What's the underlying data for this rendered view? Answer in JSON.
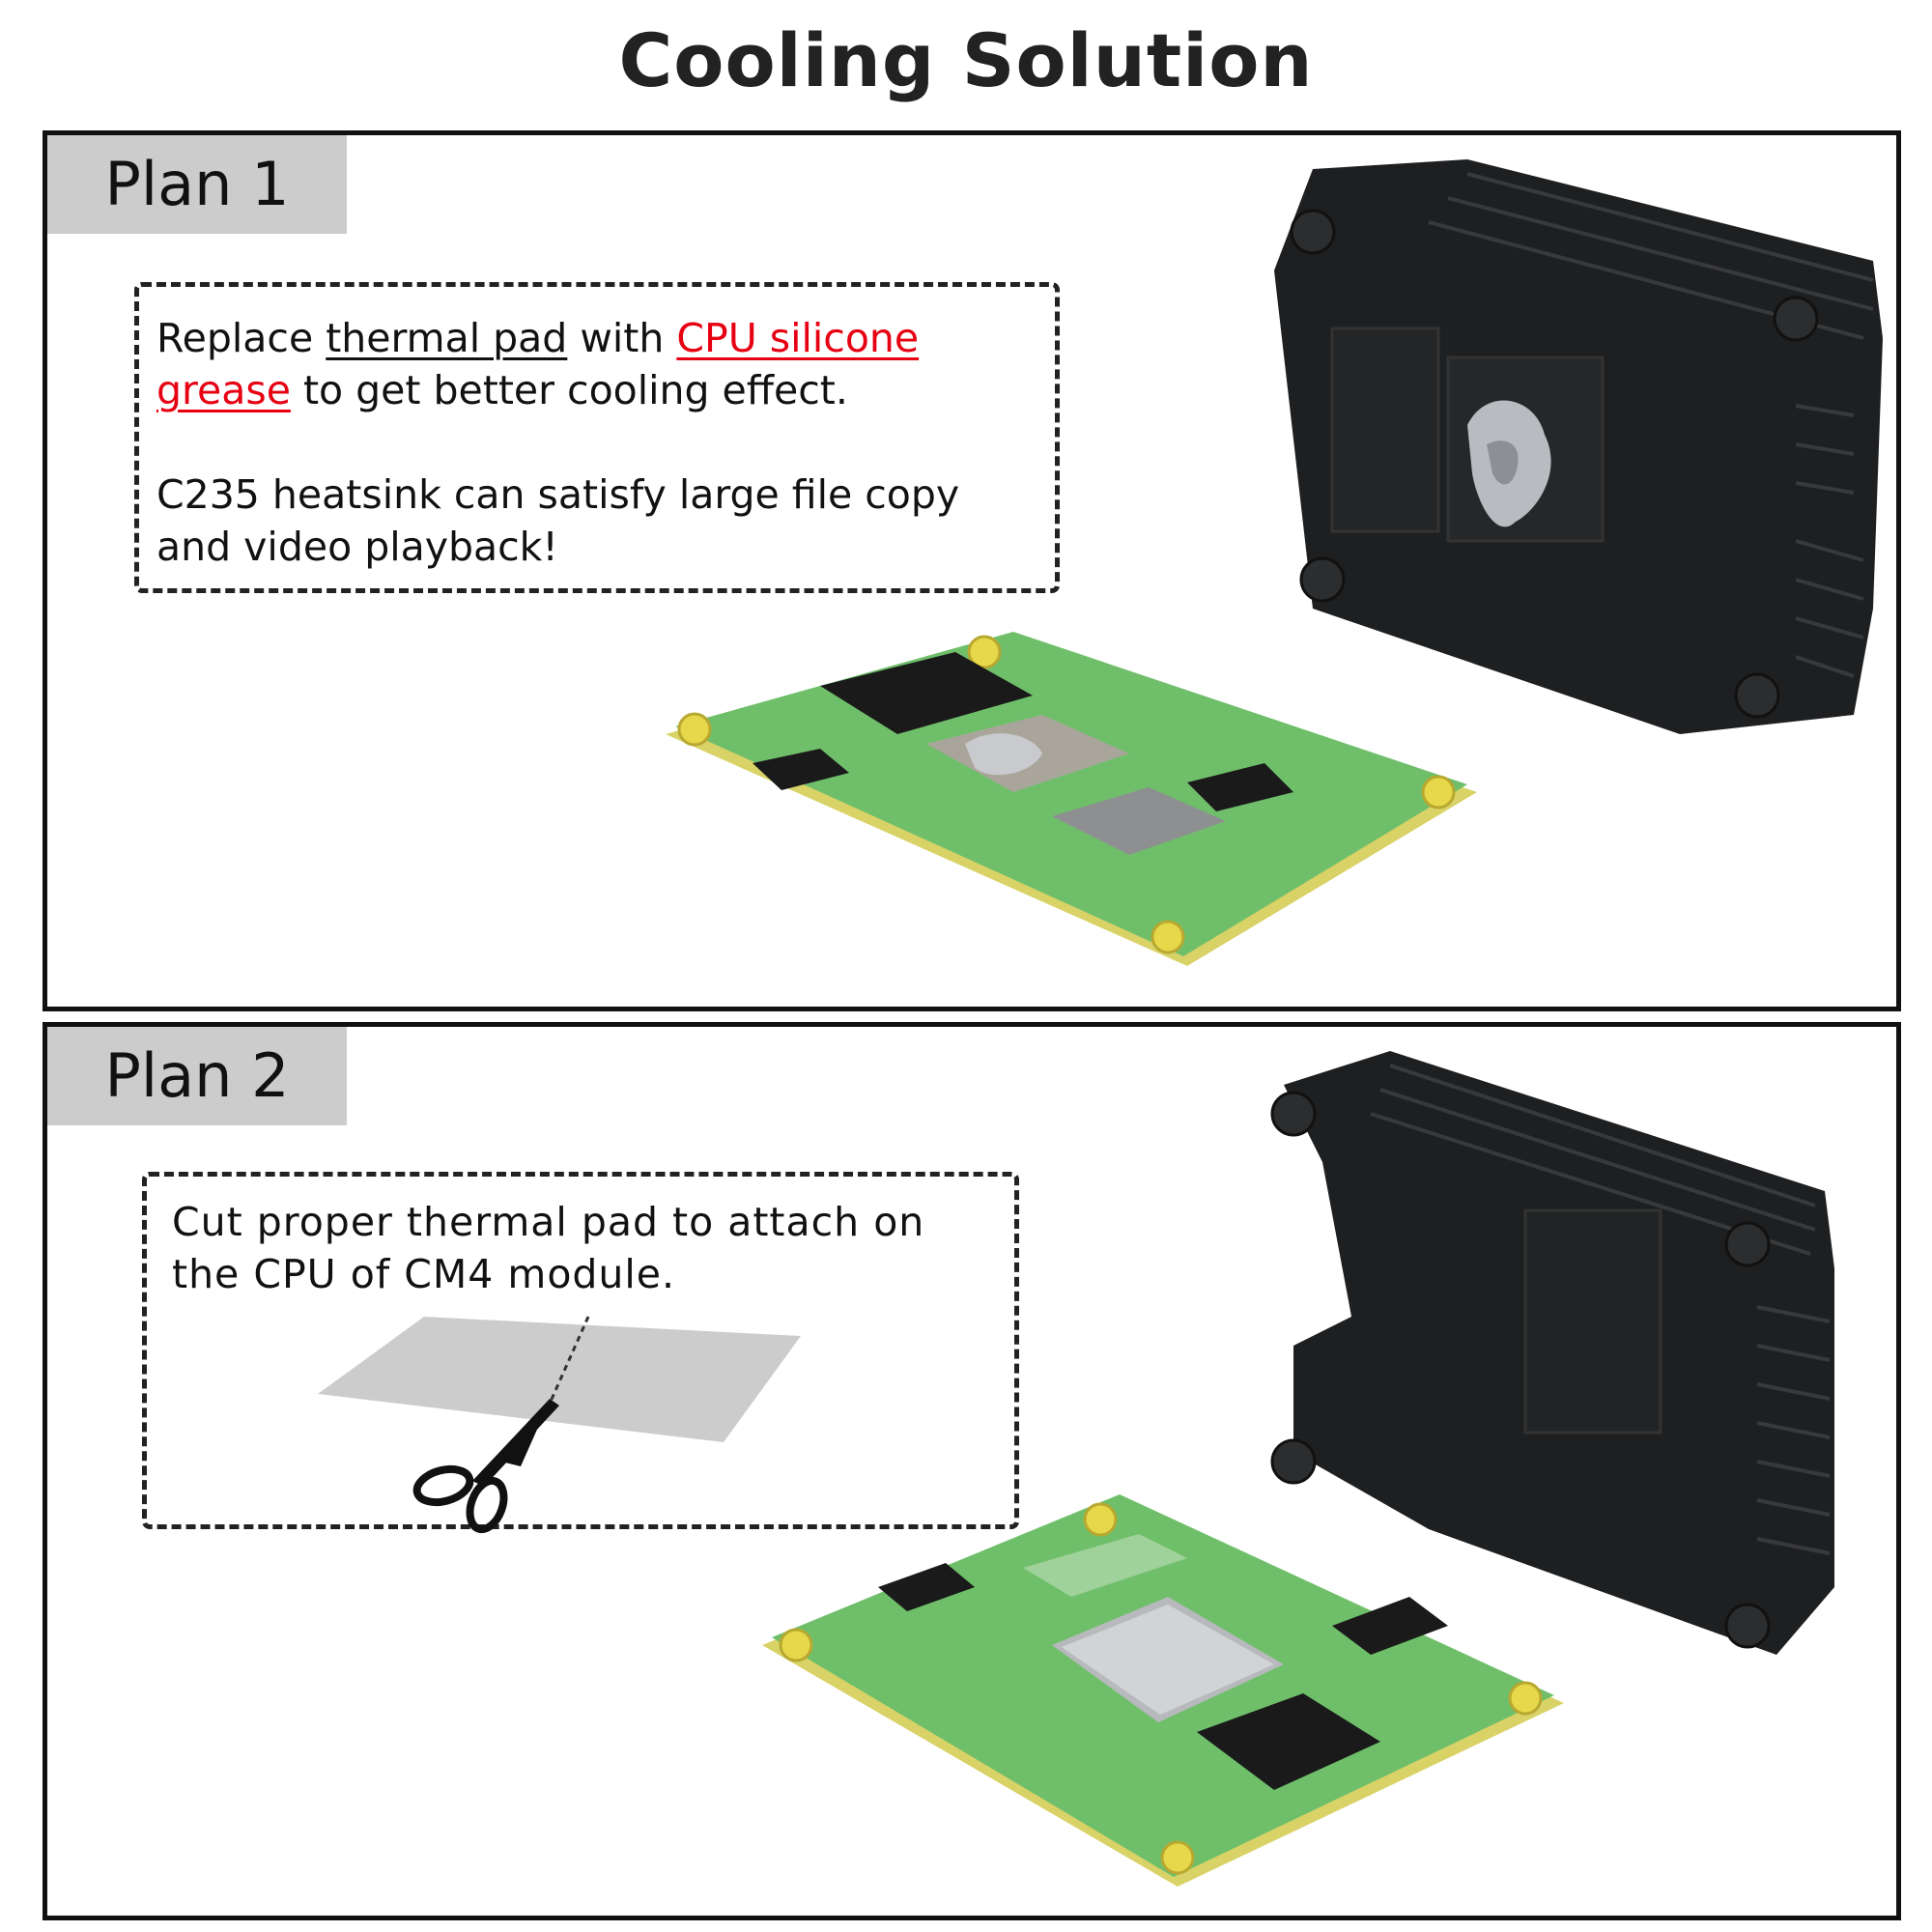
{
  "title": "Cooling Solution",
  "plan1": {
    "label": "Plan 1",
    "text": {
      "pre": "Replace ",
      "thermal_pad": "thermal pad",
      "mid": " with ",
      "grease_a": "CPU silicone",
      "grease_b": "grease",
      "post": " to get better cooling effect.",
      "line2": "C235 heatsink can satisfy large file copy and video playback!"
    }
  },
  "plan2": {
    "label": "Plan 2",
    "text": "Cut proper thermal pad to attach on the CPU of CM4 module."
  },
  "colors": {
    "highlight_red": "#e60012",
    "heatsink": "#1e1f21",
    "pcb_green": "#6fbf6a",
    "tag_gray": "#cccccc"
  },
  "icons": [
    "scissors-icon"
  ]
}
